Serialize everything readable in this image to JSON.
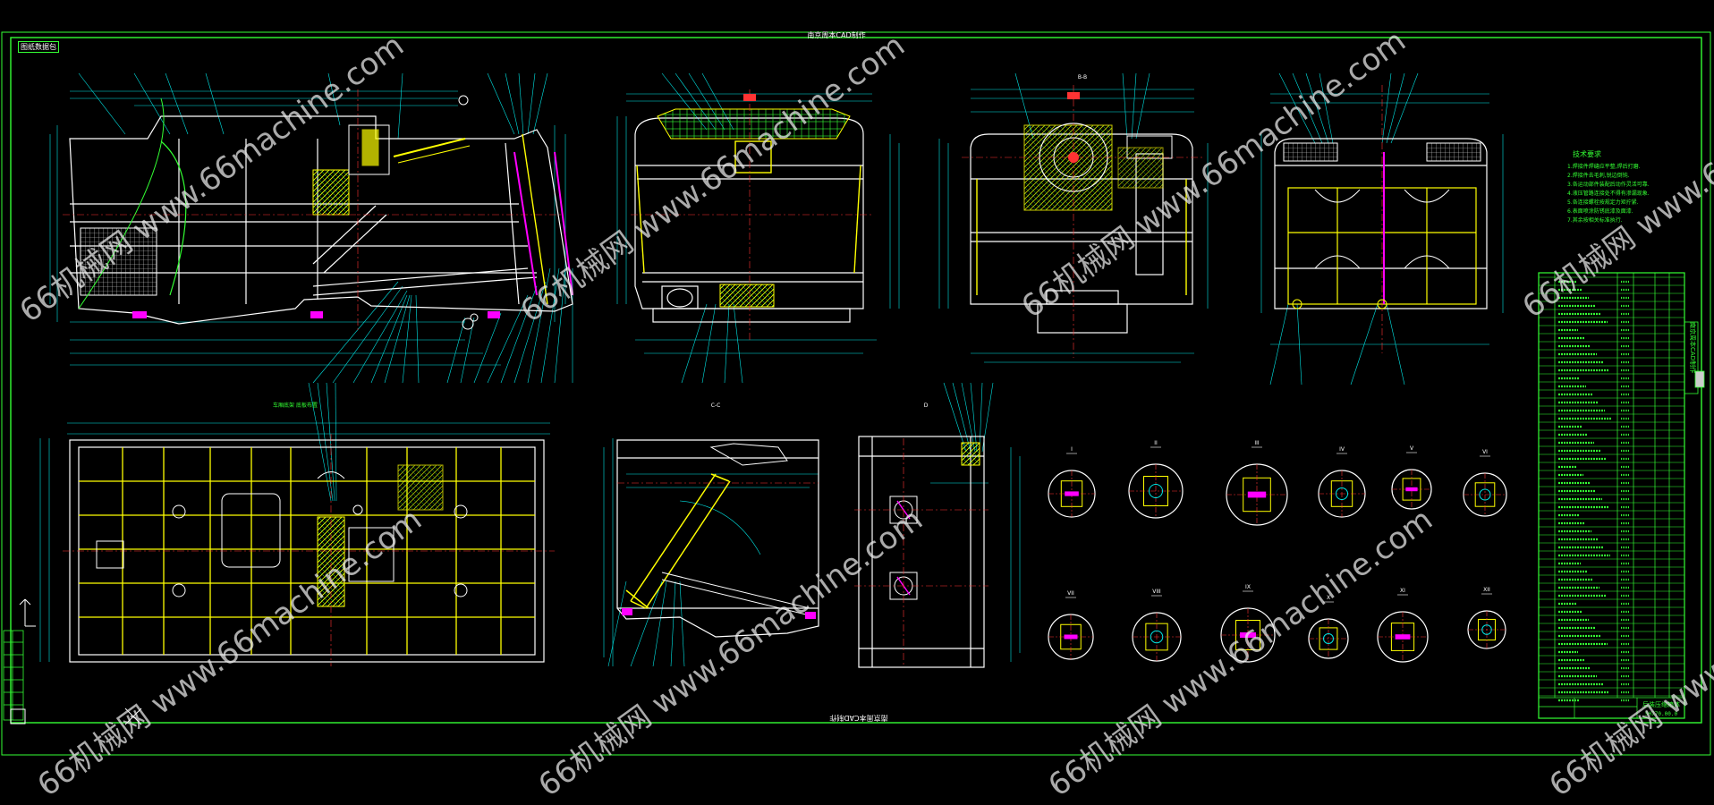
{
  "drawing": {
    "top_caption": "南京周本CAD制作",
    "bottom_caption": "南京周本CAD制作",
    "corner_tag": "图纸数据包",
    "side_label": "南京周本CAD制作"
  },
  "section_labels": {
    "view_bc": "B-B",
    "view_cc": "C-C",
    "view_d": "D",
    "plan_note": "车厢底架 底板布置"
  },
  "notes": {
    "title": "技术要求",
    "lines": [
      "1.焊接件焊缝应平整,焊后打磨.",
      "2.焊接件去毛刺,锐边倒钝.",
      "3.各运动部件装配后动作灵活可靠.",
      "4.液压管路连接处不得有渗漏现象.",
      "5.各连接螺栓按规定力矩拧紧.",
      "6.表面喷涂防锈底漆及面漆.",
      "7.其余按相关标准执行."
    ]
  },
  "title_block": {
    "name": "后装压缩箱体",
    "drawing_no": "SH770.00.0",
    "bom_header": [
      "序号",
      "代号",
      "名称",
      "数量",
      "材料",
      "备注"
    ]
  },
  "detail_labels": [
    "I",
    "II",
    "III",
    "IV",
    "V",
    "VI",
    "VII",
    "VIII",
    "IX",
    "X",
    "XI",
    "XII"
  ],
  "watermark": {
    "text": "66机械网 www.66machine.com"
  },
  "colors": {
    "background": "#000000",
    "frame": "#33ff33",
    "outline": "#ffffff",
    "dimension": "#00e5e5",
    "center": "#ff3333",
    "yellow": "#ffff00",
    "magenta": "#ff00ff"
  }
}
